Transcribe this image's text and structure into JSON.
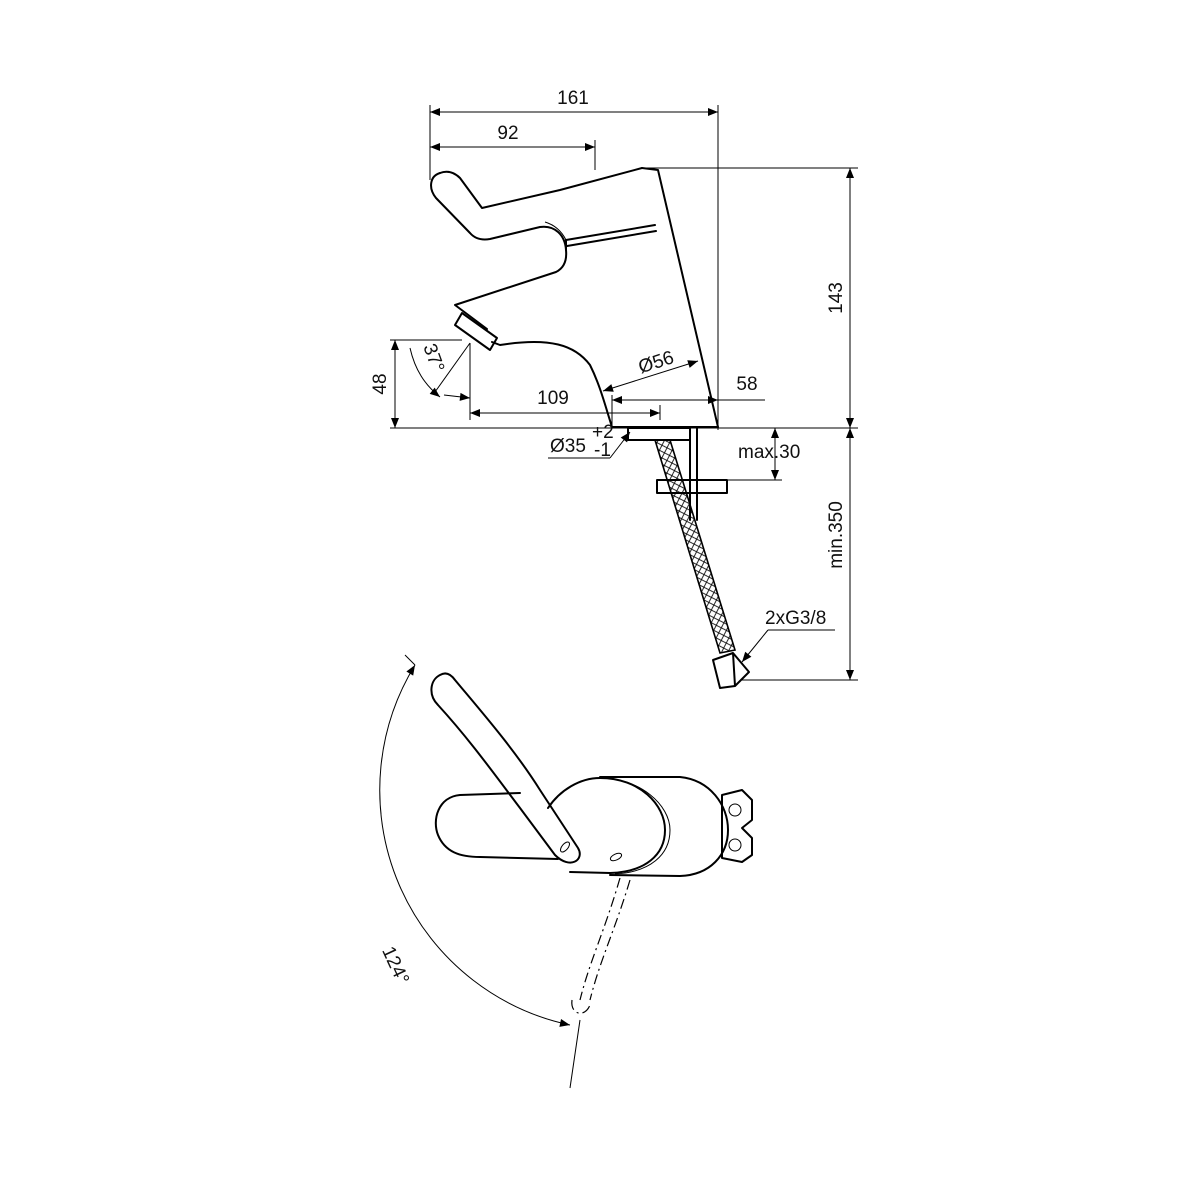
{
  "dimensions": {
    "overall_length": "161",
    "lever_offset": "92",
    "height": "143",
    "spout_height": "48",
    "spout_angle": "37°",
    "spout_reach": "109",
    "body_diameter": "Ø56",
    "base_offset": "58",
    "hole_diameter": "Ø35",
    "hole_tol_plus": "+2",
    "hole_tol_minus": "-1",
    "max_thickness": "max.30",
    "min_hose": "min.350",
    "connection": "2xG3/8",
    "lever_rotation": "124°"
  }
}
